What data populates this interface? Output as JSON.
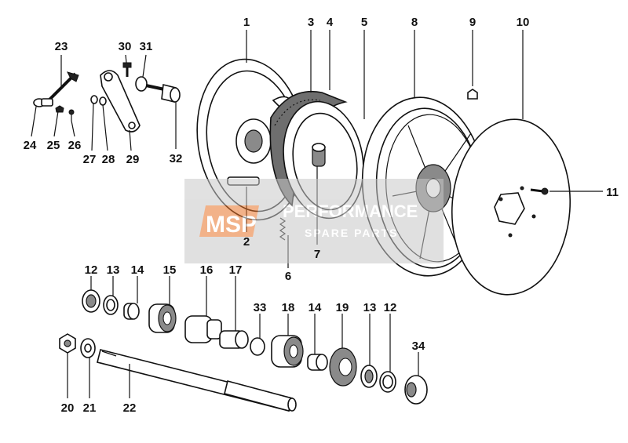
{
  "watermark": {
    "logo_text": "MSP",
    "brand_text": "PERFORMANCE",
    "sub_text": "SPARE PARTS"
  },
  "colors": {
    "watermark_band": "#c8c8c8",
    "watermark_logo": "#e8742a",
    "line": "#111111"
  },
  "callouts": [
    {
      "id": "callout-1",
      "label": "1"
    },
    {
      "id": "callout-2",
      "label": "2"
    },
    {
      "id": "callout-3",
      "label": "3"
    },
    {
      "id": "callout-4",
      "label": "4"
    },
    {
      "id": "callout-5",
      "label": "5"
    },
    {
      "id": "callout-6",
      "label": "6"
    },
    {
      "id": "callout-7",
      "label": "7"
    },
    {
      "id": "callout-8",
      "label": "8"
    },
    {
      "id": "callout-9",
      "label": "9"
    },
    {
      "id": "callout-10",
      "label": "10"
    },
    {
      "id": "callout-11",
      "label": "11"
    },
    {
      "id": "callout-12a",
      "label": "12"
    },
    {
      "id": "callout-13a",
      "label": "13"
    },
    {
      "id": "callout-14a",
      "label": "14"
    },
    {
      "id": "callout-15",
      "label": "15"
    },
    {
      "id": "callout-16",
      "label": "16"
    },
    {
      "id": "callout-17",
      "label": "17"
    },
    {
      "id": "callout-33",
      "label": "33"
    },
    {
      "id": "callout-18",
      "label": "18"
    },
    {
      "id": "callout-14b",
      "label": "14"
    },
    {
      "id": "callout-19",
      "label": "19"
    },
    {
      "id": "callout-13b",
      "label": "13"
    },
    {
      "id": "callout-12b",
      "label": "12"
    },
    {
      "id": "callout-34",
      "label": "34"
    },
    {
      "id": "callout-20",
      "label": "20"
    },
    {
      "id": "callout-21",
      "label": "21"
    },
    {
      "id": "callout-22",
      "label": "22"
    },
    {
      "id": "callout-23",
      "label": "23"
    },
    {
      "id": "callout-24",
      "label": "24"
    },
    {
      "id": "callout-25",
      "label": "25"
    },
    {
      "id": "callout-26",
      "label": "26"
    },
    {
      "id": "callout-27",
      "label": "27"
    },
    {
      "id": "callout-28",
      "label": "28"
    },
    {
      "id": "callout-29",
      "label": "29"
    },
    {
      "id": "callout-30",
      "label": "30"
    },
    {
      "id": "callout-31",
      "label": "31"
    },
    {
      "id": "callout-32",
      "label": "32"
    }
  ]
}
